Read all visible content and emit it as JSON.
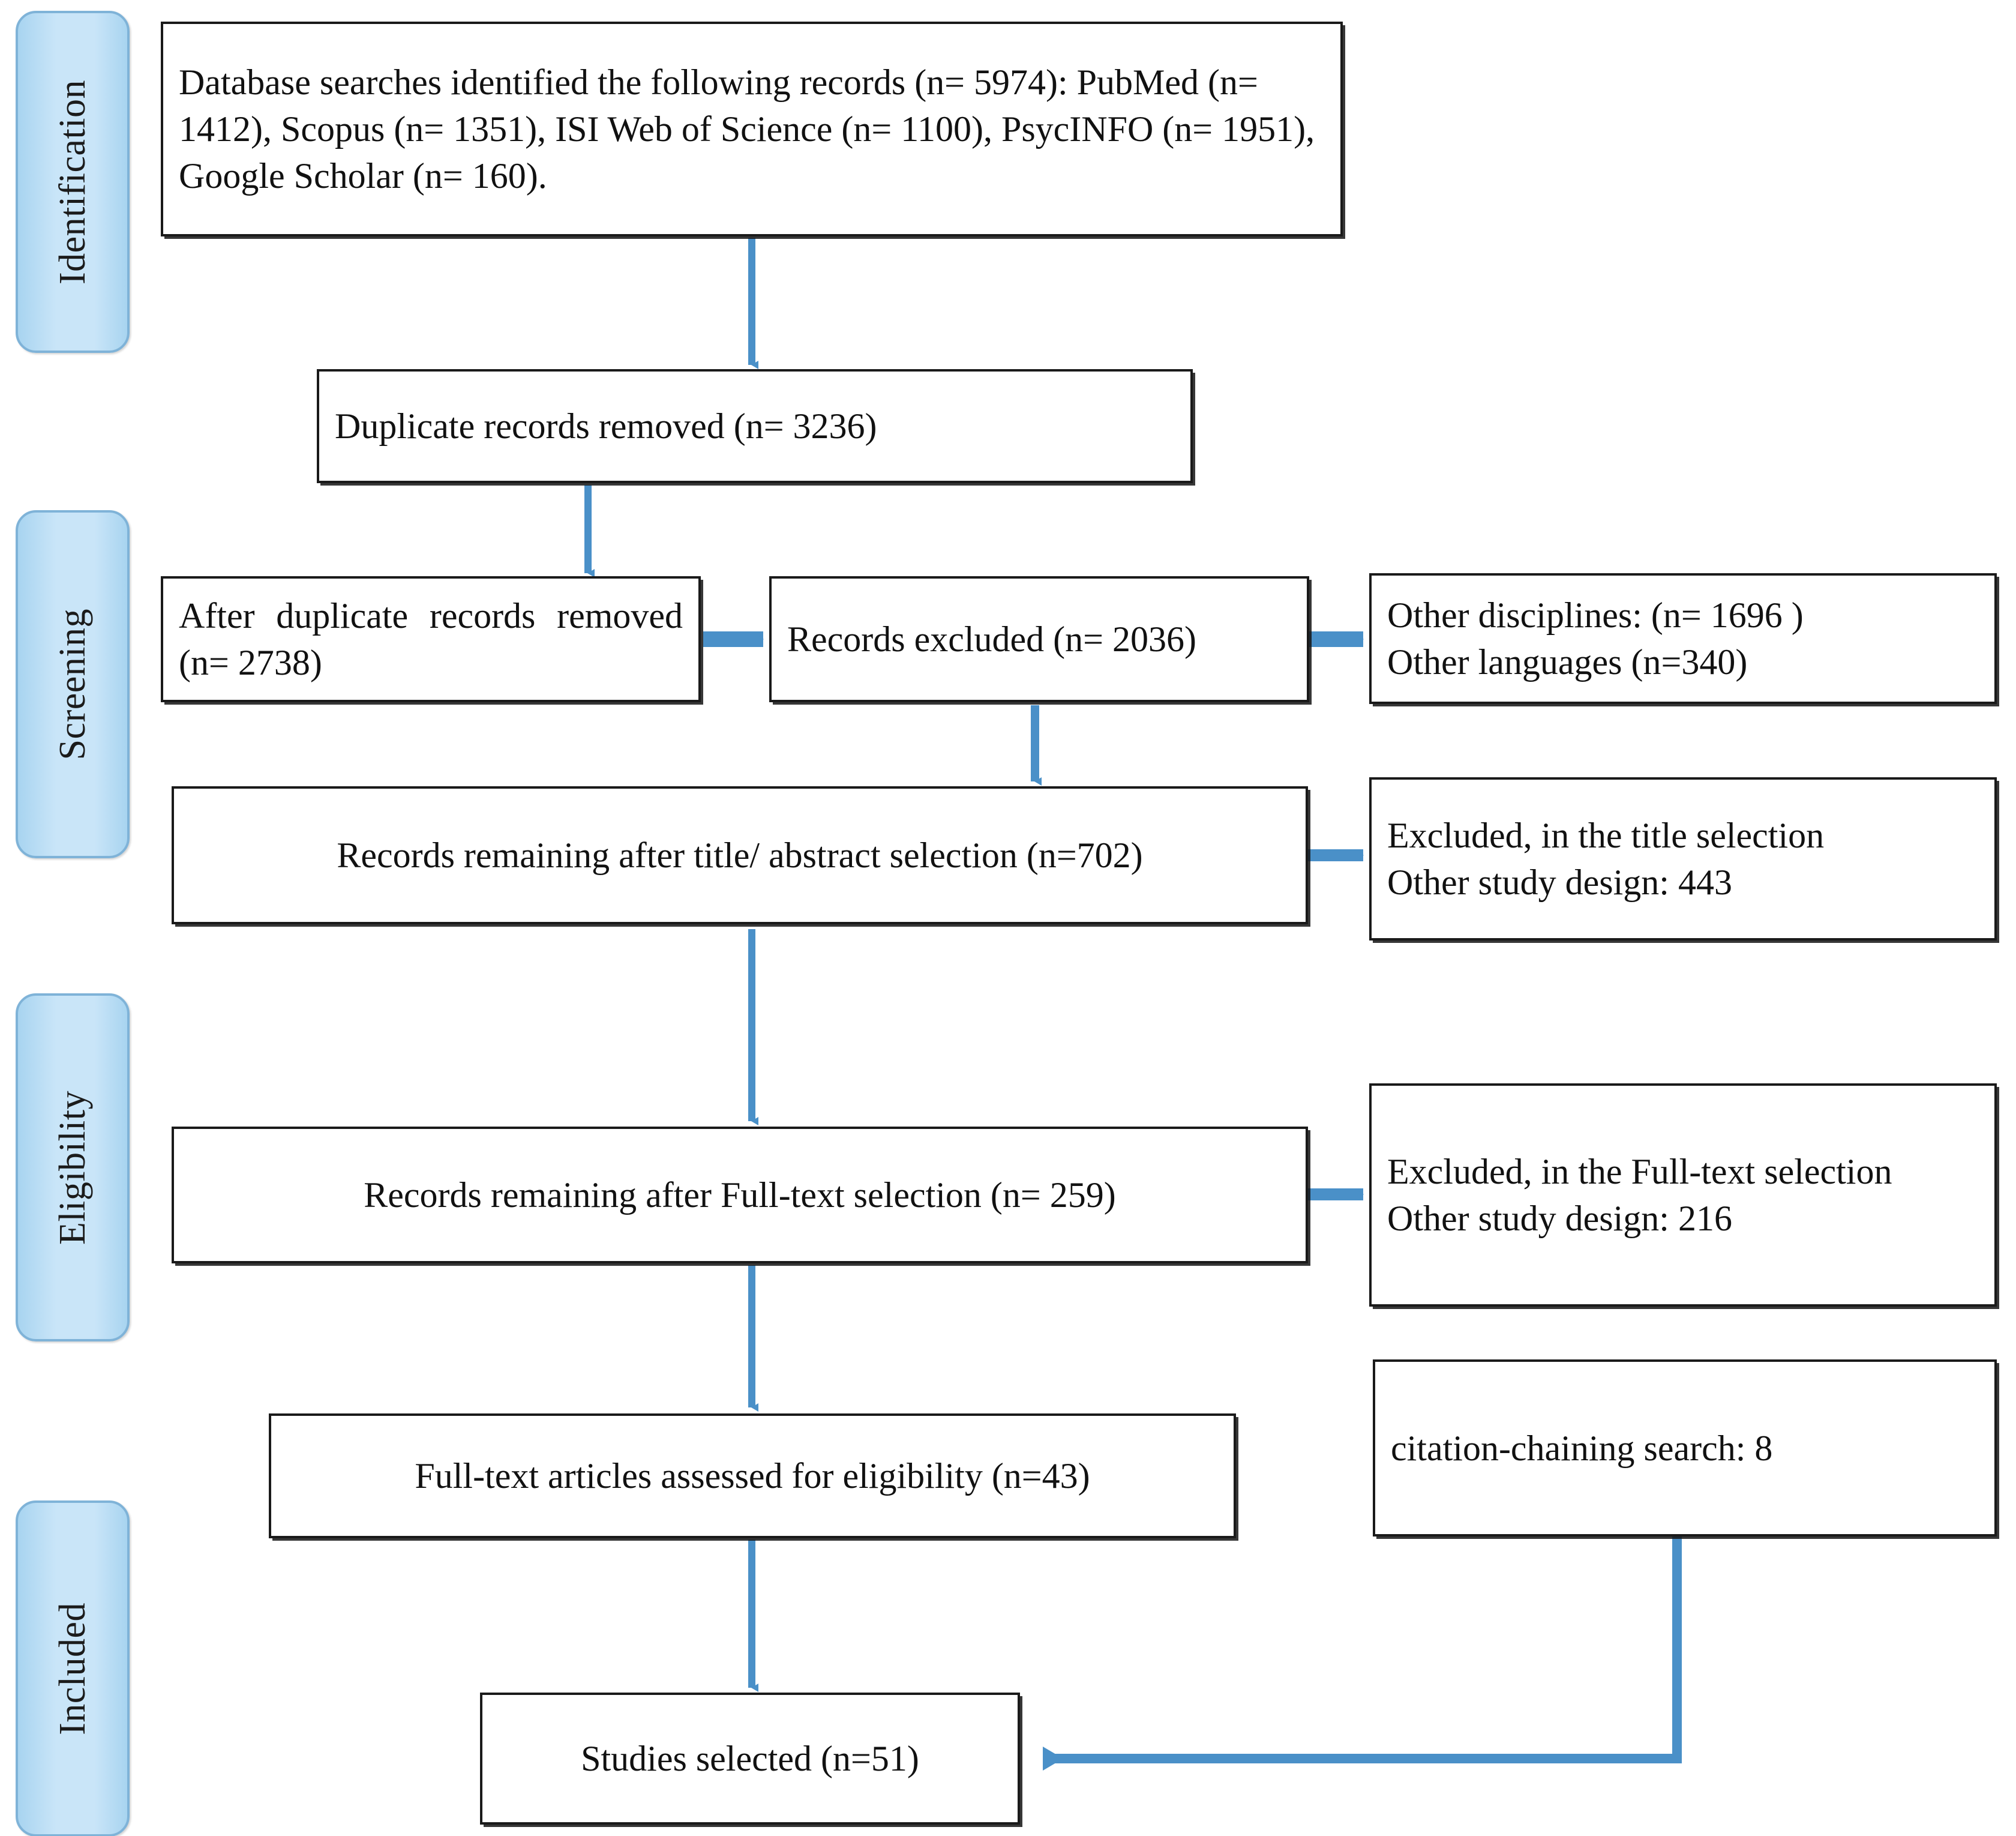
{
  "diagram": {
    "title": "PRISMA study selection flow diagram",
    "accent_color": "#4a90c8",
    "stage_label_fill": "#c9e5f8",
    "stage_label_border": "#7fb3d8",
    "box_border_color": "#1a1a1a"
  },
  "stages": [
    {
      "id": "identification",
      "label": "Identification"
    },
    {
      "id": "screening",
      "label": "Screening"
    },
    {
      "id": "eligibility",
      "label": "Eligibility"
    },
    {
      "id": "included",
      "label": "Included"
    }
  ],
  "boxes": {
    "records_identified": {
      "text": "Database searches identified the following records (n= 5974): PubMed (n= 1412), Scopus (n= 1351), ISI Web of Science (n= 1100), PsycINFO (n= 1951), Google Scholar (n= 160)."
    },
    "duplicates_removed": {
      "text": "Duplicate records removed (n= 3236)"
    },
    "after_duplicates": {
      "text": "After duplicate records removed (n= 2738)"
    },
    "records_excluded": {
      "text": "Records excluded (n= 2036)"
    },
    "exclusion_reasons_screening": {
      "line1": "Other disciplines: (n= 1696 )",
      "line2": "Other languages  (n=340)"
    },
    "after_title_abstract": {
      "text": "Records remaining after title/ abstract selection (n=702)"
    },
    "excluded_title_selection": {
      "line1": "Excluded, in the title selection",
      "line2": "Other study design: 443"
    },
    "after_fulltext": {
      "text": "Records remaining after Full-text selection (n= 259)"
    },
    "excluded_fulltext_selection": {
      "line1": "Excluded, in the Full-text selection",
      "line2": "Other study design: 216"
    },
    "fulltext_assessed": {
      "text": "Full-text articles assessed for eligibility (n=43)"
    },
    "citation_chaining": {
      "text": "citation-chaining search: 8"
    },
    "studies_selected": {
      "text": "Studies selected  (n=51)"
    }
  },
  "chart_data": {
    "type": "flow",
    "title": "PRISMA study selection flow diagram",
    "stages": [
      "Identification",
      "Screening",
      "Eligibility",
      "Included"
    ],
    "nodes": [
      {
        "id": "records_identified",
        "stage": "Identification",
        "n": 5974,
        "sources": [
          {
            "name": "PubMed",
            "n": 1412
          },
          {
            "name": "Scopus",
            "n": 1351
          },
          {
            "name": "ISI Web of Science",
            "n": 1100
          },
          {
            "name": "PsycINFO",
            "n": 1951
          },
          {
            "name": "Google Scholar",
            "n": 160
          }
        ]
      },
      {
        "id": "duplicates_removed",
        "stage": "Identification",
        "n": 3236
      },
      {
        "id": "after_duplicates",
        "stage": "Screening",
        "n": 2738
      },
      {
        "id": "records_excluded",
        "stage": "Screening",
        "n": 2036,
        "reasons": [
          {
            "name": "Other disciplines",
            "n": 1696
          },
          {
            "name": "Other languages",
            "n": 340
          }
        ]
      },
      {
        "id": "after_title_abstract",
        "stage": "Screening",
        "n": 702
      },
      {
        "id": "excluded_title_selection",
        "stage": "Screening",
        "reasons": [
          {
            "name": "Other study design",
            "n": 443
          }
        ]
      },
      {
        "id": "after_fulltext",
        "stage": "Eligibility",
        "n": 259
      },
      {
        "id": "excluded_fulltext_selection",
        "stage": "Eligibility",
        "reasons": [
          {
            "name": "Other study design",
            "n": 216
          }
        ]
      },
      {
        "id": "fulltext_assessed",
        "stage": "Included",
        "n": 43
      },
      {
        "id": "citation_chaining",
        "stage": "Included",
        "n": 8
      },
      {
        "id": "studies_selected",
        "stage": "Included",
        "n": 51
      }
    ],
    "edges": [
      {
        "from": "records_identified",
        "to": "duplicates_removed",
        "dir": "down"
      },
      {
        "from": "duplicates_removed",
        "to": "after_duplicates",
        "dir": "down"
      },
      {
        "from": "after_duplicates",
        "to": "records_excluded",
        "dir": "right"
      },
      {
        "from": "records_excluded",
        "to": "exclusion_reasons_screening",
        "dir": "right"
      },
      {
        "from": "records_excluded",
        "to": "after_title_abstract",
        "dir": "down"
      },
      {
        "from": "after_title_abstract",
        "to": "excluded_title_selection",
        "dir": "right"
      },
      {
        "from": "after_title_abstract",
        "to": "after_fulltext",
        "dir": "down"
      },
      {
        "from": "after_fulltext",
        "to": "excluded_fulltext_selection",
        "dir": "right"
      },
      {
        "from": "after_fulltext",
        "to": "fulltext_assessed",
        "dir": "down"
      },
      {
        "from": "fulltext_assessed",
        "to": "studies_selected",
        "dir": "down"
      },
      {
        "from": "citation_chaining",
        "to": "studies_selected",
        "dir": "elbow-down-left"
      }
    ]
  }
}
